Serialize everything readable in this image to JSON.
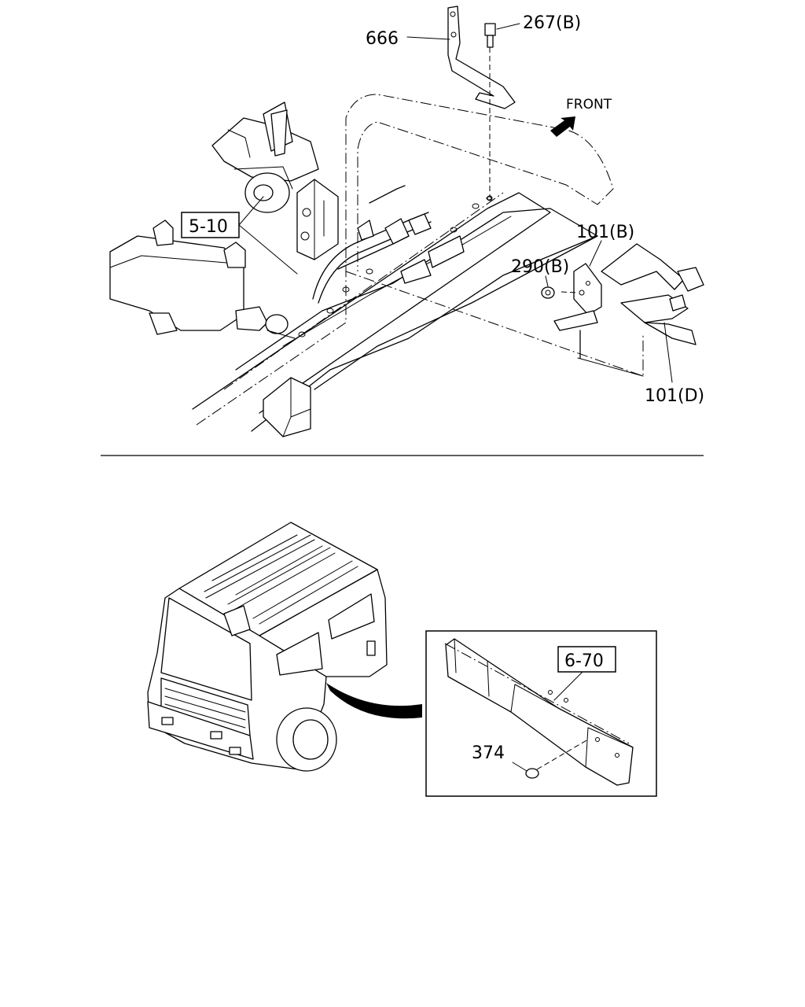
{
  "callouts": {
    "part_666": "666",
    "part_267b": "267(B)",
    "front": "FRONT",
    "ref_5_10": "5-10",
    "part_101b": "101(B)",
    "part_290b": "290(B)",
    "part_101d": "101(D)",
    "ref_6_70": "6-70",
    "part_374": "374"
  }
}
